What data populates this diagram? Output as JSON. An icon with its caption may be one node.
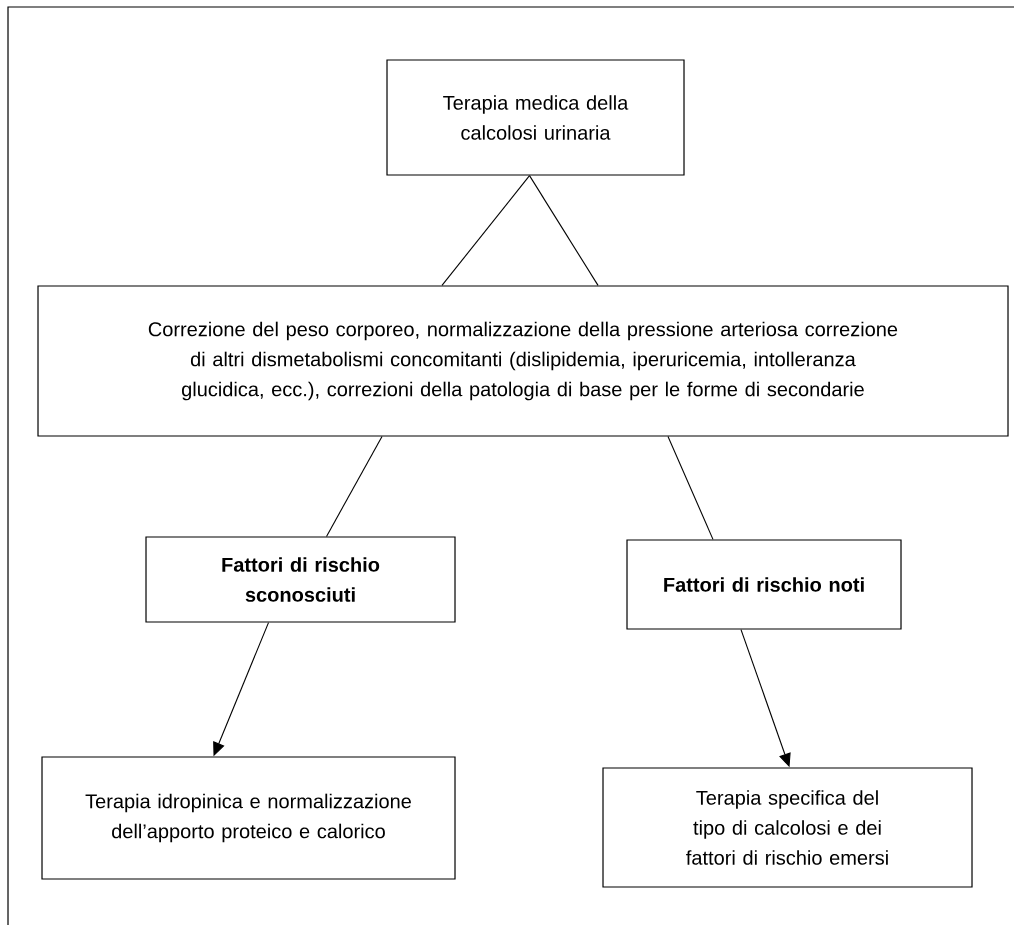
{
  "diagram": {
    "nodes": [
      {
        "text": [
          "Terapia medica della calcolosi urinaria"
        ]
      },
      {
        "text": [
          "Correzione del peso corporeo, normalizzazione della pressione arteriosa correzione di altri dismetabolismi concomitanti (dislipidemia, iperuricemia, intolleranza glucidica, ecc.), correzioni della patologia di base per le forme di secondarie"
        ]
      },
      {
        "text": [
          "Fattori di rischio sconosciuti"
        ]
      },
      {
        "text": [
          "Fattori di rischio noti"
        ]
      },
      {
        "text": [
          "Terapia idropinica e normalizzazione dell’apporto proteico e calorico"
        ]
      },
      {
        "text": [
          "Terapia specifica del tipo di calcolosi e dei fattori di rischio emersi"
        ]
      }
    ],
    "edges": [
      {
        "from": 0,
        "to": 1,
        "arrow": "none"
      },
      {
        "from": 0,
        "to": 1,
        "arrow": "none"
      },
      {
        "from": 1,
        "to": 2,
        "arrow": "none"
      },
      {
        "from": 1,
        "to": 3,
        "arrow": "none"
      },
      {
        "from": 2,
        "to": 4,
        "arrow": "to"
      },
      {
        "from": 3,
        "to": 5,
        "arrow": "to"
      }
    ]
  }
}
